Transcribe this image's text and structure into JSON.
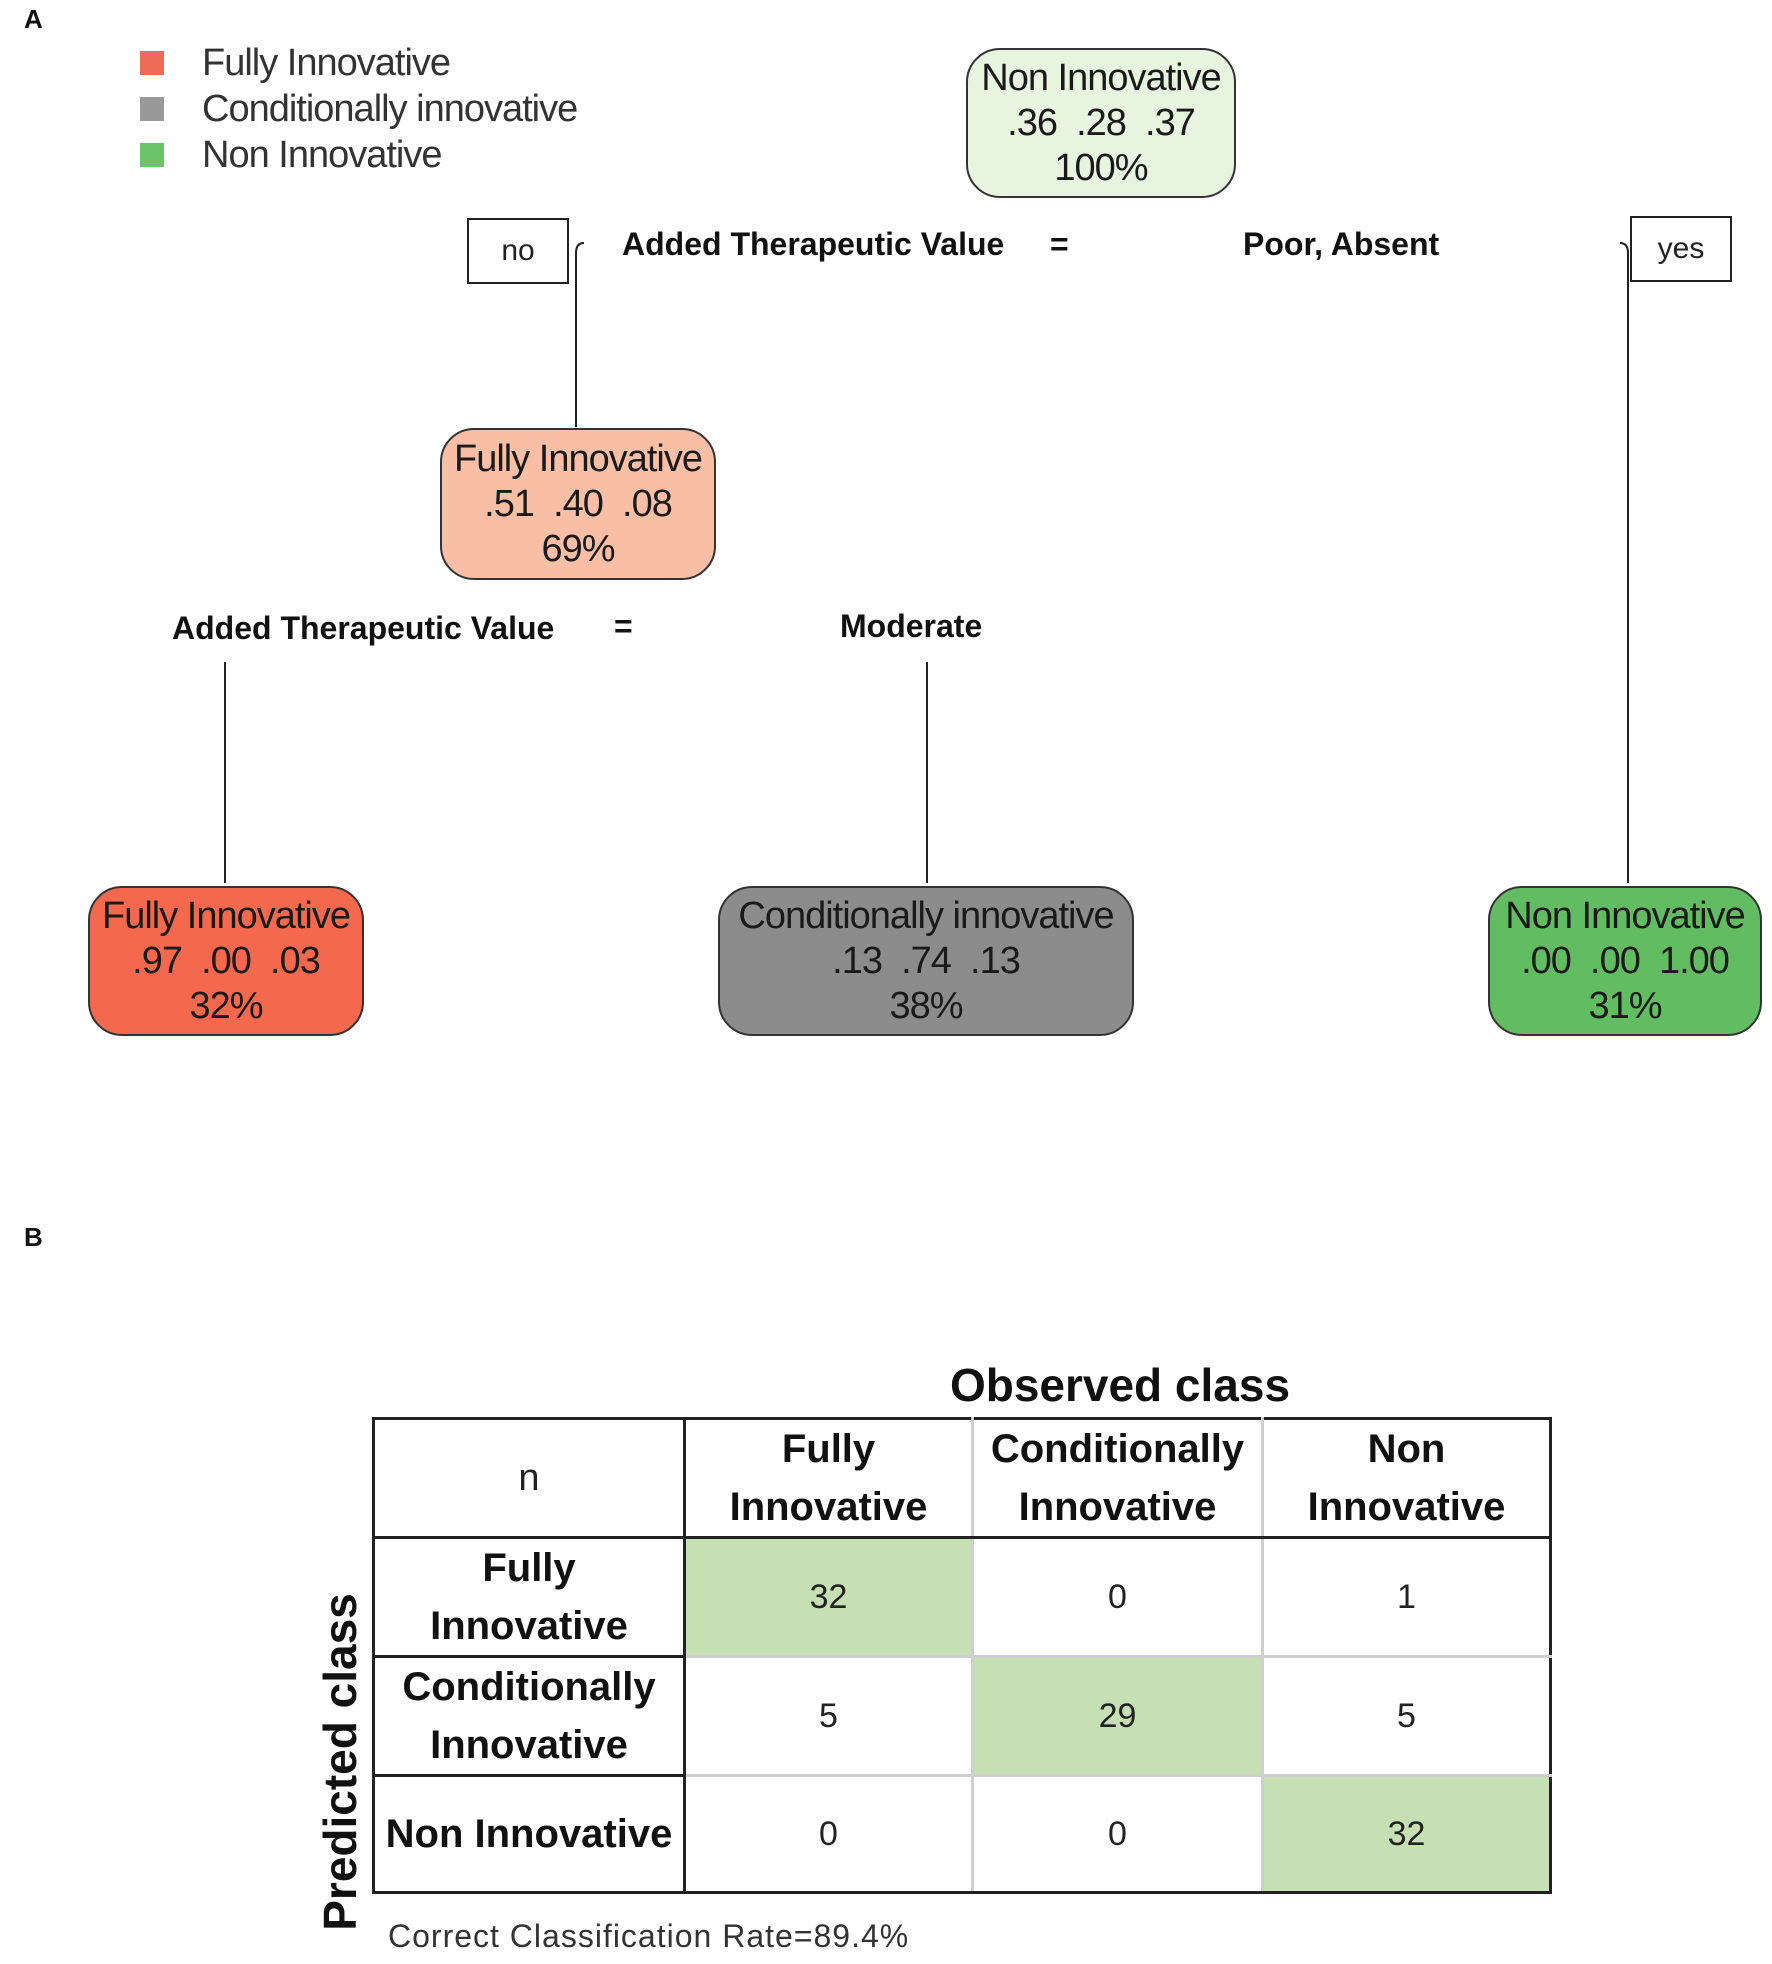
{
  "panel_a": {
    "label": "A",
    "legend": [
      {
        "label": "Fully Innovative",
        "color": "#ef6b55"
      },
      {
        "label": "Conditionally innovative",
        "color": "#999999"
      },
      {
        "label": "Non Innovative",
        "color": "#6cc36c"
      }
    ],
    "nodes": {
      "root": {
        "class": "Non Innovative",
        "probs": ".36  .28  .37",
        "pct": "100%",
        "color": "#e6f4e0"
      },
      "mid": {
        "class": "Fully Innovative",
        "probs": ".51  .40  .08",
        "pct": "69%",
        "color": "#f8bea6"
      },
      "leaf_fully": {
        "class": "Fully Innovative",
        "probs": ".97  .00  .03",
        "pct": "32%",
        "color": "#f4694d"
      },
      "leaf_cond": {
        "class": "Conditionally innovative",
        "probs": ".13  .74  .13",
        "pct": "38%",
        "color": "#8c8c8c"
      },
      "leaf_non": {
        "class": "Non Innovative",
        "probs": ".00  .00  1.00",
        "pct": "31%",
        "color": "#62bd62"
      }
    },
    "split1": {
      "variable": "Added Therapeutic Value",
      "op": "=",
      "value": "Poor, Absent",
      "no": "no",
      "yes": "yes"
    },
    "split2": {
      "variable": "Added Therapeutic Value",
      "op": "=",
      "value": "Moderate"
    }
  },
  "panel_b": {
    "label": "B",
    "observed_title": "Observed class",
    "predicted_title": "Predicted class",
    "corner": "n",
    "columns": [
      [
        "Fully",
        "Innovative"
      ],
      [
        "Conditionally",
        "Innovative"
      ],
      [
        "Non",
        "Innovative"
      ]
    ],
    "rows": [
      {
        "label": [
          "Fully",
          "Innovative"
        ],
        "values": [
          "32",
          "0",
          "1"
        ]
      },
      {
        "label": [
          "Conditionally",
          "Innovative"
        ],
        "values": [
          "5",
          "29",
          "5"
        ]
      },
      {
        "label": [
          "Non Innovative"
        ],
        "values": [
          "0",
          "0",
          "32"
        ]
      }
    ],
    "ccr": "Correct Classification Rate=89.4%"
  }
}
